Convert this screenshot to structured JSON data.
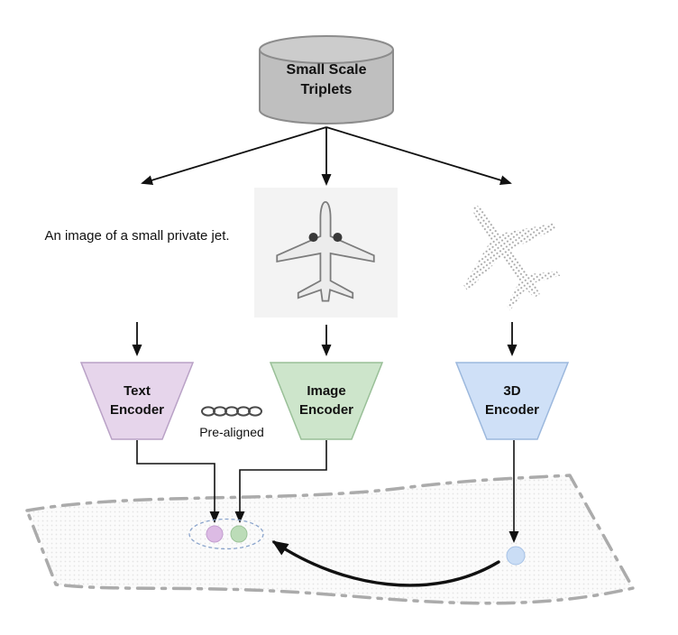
{
  "cylinder": {
    "line1": "Small Scale",
    "line2": "Triplets"
  },
  "caption": {
    "text": "An image of a small private jet."
  },
  "encoders": {
    "text": {
      "line1": "Text",
      "line2": "Encoder"
    },
    "image": {
      "line1": "Image",
      "line2": "Encoder"
    },
    "three_d": {
      "line1": "3D",
      "line2": "Encoder"
    }
  },
  "prealigned": {
    "label": "Pre-aligned"
  },
  "colors": {
    "cylinder_fill": "#bfbfbf",
    "cylinder_top_fill": "#cccccc",
    "cylinder_stroke": "#8c8c8c",
    "text_encoder_fill": "#e6d5eb",
    "text_encoder_stroke": "#b9a1c6",
    "image_encoder_fill": "#cde5cb",
    "image_encoder_stroke": "#99bf97",
    "three_d_encoder_fill": "#cfe0f7",
    "three_d_encoder_stroke": "#9cb8dd",
    "text_point_fill": "#dcbbe4",
    "image_point_fill": "#bcdcb8",
    "three_d_point_fill": "#caddf5",
    "surface_outline": "#ababab",
    "arrow_color": "#111111"
  }
}
